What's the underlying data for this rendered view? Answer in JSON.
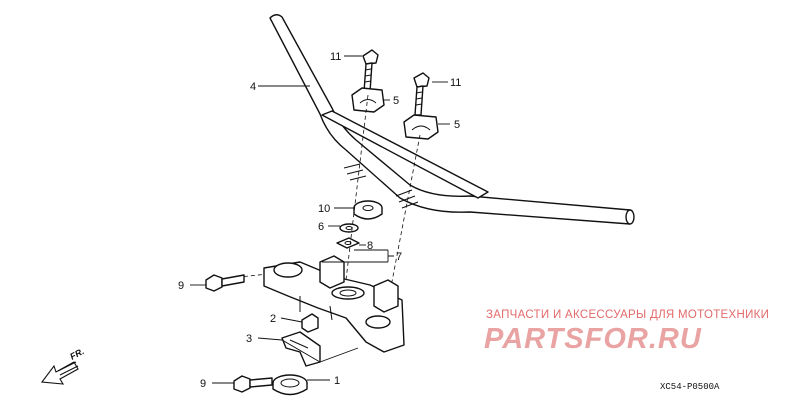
{
  "callouts": {
    "c1": "1",
    "c2": "2",
    "c3": "3",
    "c4": "4",
    "c5a": "5",
    "c5b": "5",
    "c6": "6",
    "c7": "7",
    "c8": "8",
    "c9a": "9",
    "c9b": "9",
    "c10": "10",
    "c11a": "11",
    "c11b": "11"
  },
  "watermark": {
    "tagline": "ЗАПЧАСТИ И АКСЕССУАРЫ ДЛЯ МОТОТЕХНИКИ",
    "brand": "PARTSFOR.RU"
  },
  "direction_label": "FR.",
  "diagram_code": "XC54-P0500A"
}
